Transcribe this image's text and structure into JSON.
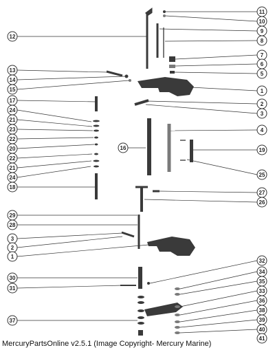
{
  "caption": "MercuryPartsOnline v2.5.1 (Image Copyright- Mercury Marine)",
  "callouts_right": [
    "11",
    "10",
    "9",
    "8",
    "7",
    "6",
    "5",
    "1",
    "2",
    "3",
    "4",
    "19",
    "25",
    "27",
    "26",
    "32",
    "34",
    "35",
    "33",
    "36",
    "38",
    "39",
    "40",
    "41"
  ],
  "callouts_left": [
    "12",
    "13",
    "14",
    "15",
    "17",
    "24",
    "21",
    "23",
    "22",
    "20",
    "22",
    "21",
    "24",
    "18",
    "16",
    "29",
    "28",
    "3",
    "2",
    "1",
    "30",
    "31",
    "37"
  ],
  "colors": {
    "line": "#333333",
    "part_dark": "#3a3a3a",
    "part_mid": "#7a7a7a",
    "callout_fill": "#ffffff"
  }
}
